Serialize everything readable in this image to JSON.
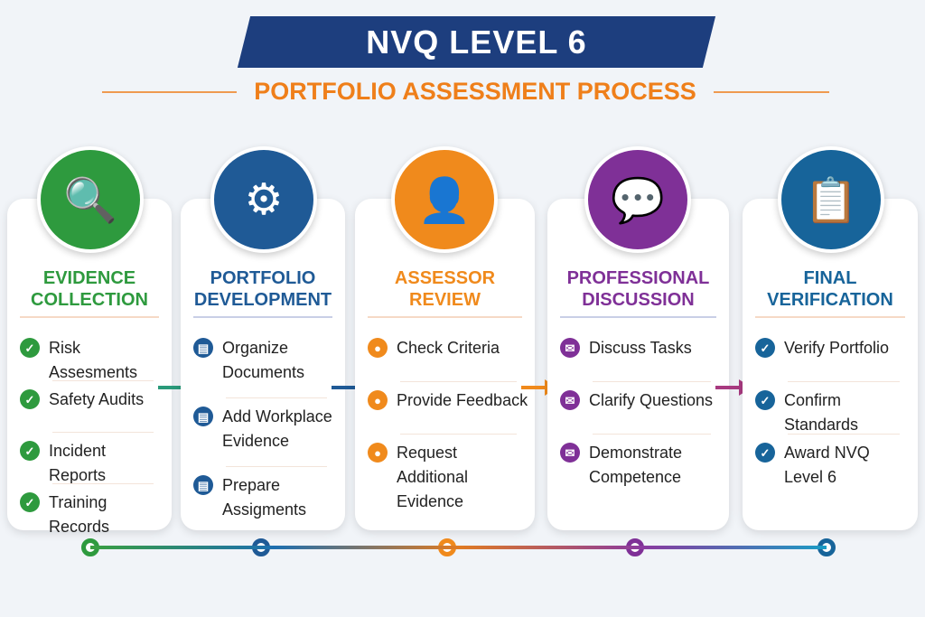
{
  "header": {
    "title": "NVQ LEVEL 6",
    "subtitle": "PORTFOLIO ASSESSMENT PROCESS"
  },
  "colors": {
    "navy": "#1d3e7e",
    "orange": "#ef7f1a"
  },
  "steps": [
    {
      "title": [
        "EVIDENCE",
        "COLLECTION"
      ],
      "color": "#2e9a3e",
      "icon": "document-magnifier-icon",
      "item_icon": "check-circle-icon",
      "items": [
        "Risk Assesments",
        "Safety Audits",
        "Incident Reports",
        "Training Records"
      ]
    },
    {
      "title": [
        "PORTFOLIO",
        "DEVELOPMENT"
      ],
      "color": "#1f5a96",
      "icon": "folder-gears-icon",
      "item_icon": "document-icon",
      "items": [
        "Organize Documents",
        "Add Workplace Evidence",
        "Prepare Assigments"
      ]
    },
    {
      "title": [
        "ASSESSOR",
        "REVIEW"
      ],
      "color": "#f08a1c",
      "icon": "assessor-magnifier-icon",
      "item_icon": "orange-circle-icon",
      "items": [
        "Check Criteria",
        "Provide Feedback",
        "Request Additional Evidence"
      ]
    },
    {
      "title": [
        "PROFESSIONAL",
        "DISCUSSION"
      ],
      "color": "#7f3097",
      "icon": "people-discussion-icon",
      "item_icon": "speech-bubble-icon",
      "items": [
        "Discuss Tasks",
        "Clarify Questions",
        "Demonstrate Competence"
      ]
    },
    {
      "title": [
        "FINAL",
        "VERIFICATION"
      ],
      "color": "#17649a",
      "icon": "clipboard-award-icon",
      "item_icon": "check-circle-icon",
      "items": [
        "Verify Portfolio",
        "Confirm Standards",
        "Award NVQ Level 6"
      ]
    }
  ]
}
